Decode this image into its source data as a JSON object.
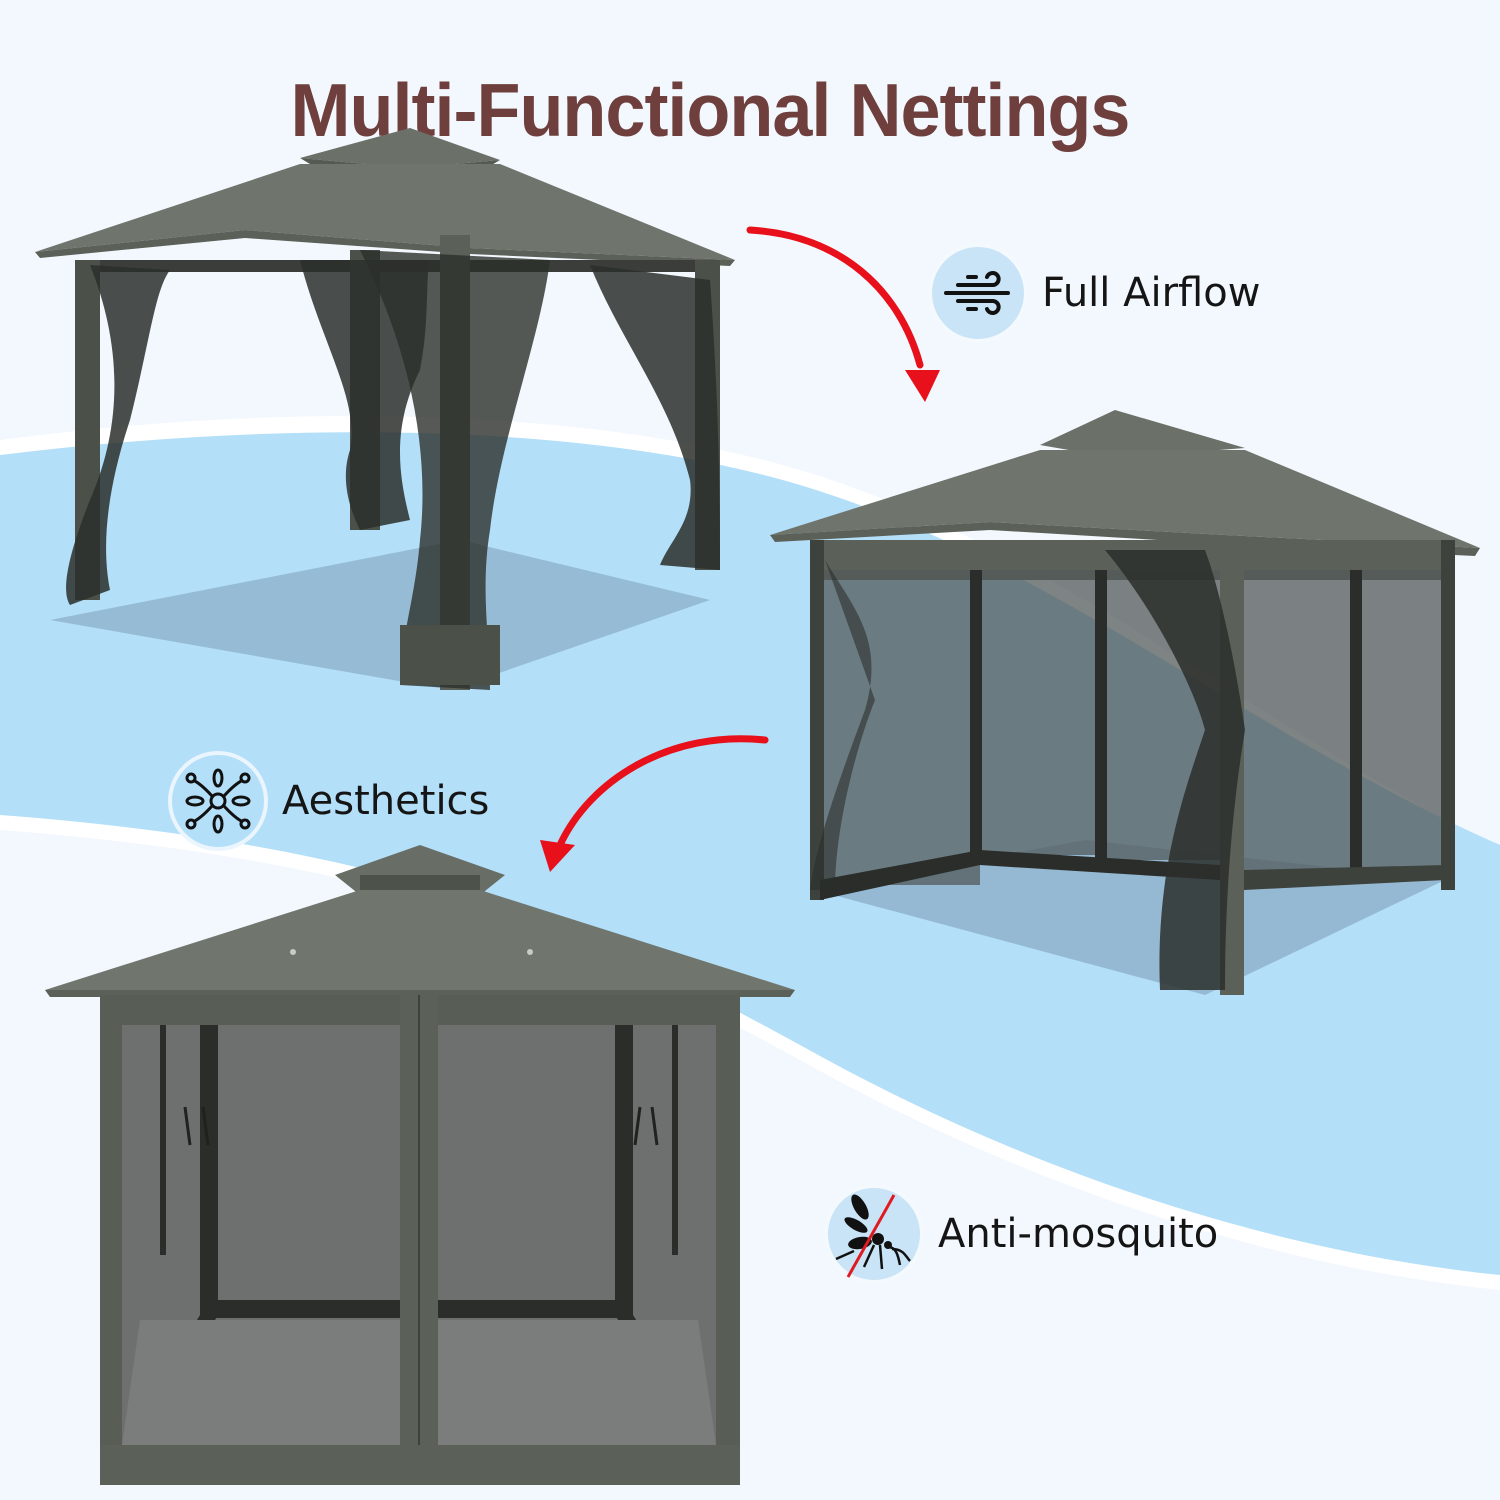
{
  "title": "Multi-Functional Nettings",
  "colors": {
    "title": "#6e3f3c",
    "background": "#f2f8fd",
    "wave_blue": "#b3dff9",
    "badge_fill": "#c9e4f6",
    "canopy": "#6b7168",
    "arrow": "#e8101a",
    "ban_line": "#e01a22"
  },
  "features": [
    {
      "id": "airflow",
      "label": "Full Airflow",
      "icon": "wind-icon"
    },
    {
      "id": "aesthetics",
      "label": "Aesthetics",
      "icon": "decorative-pattern-icon"
    },
    {
      "id": "antimosquito",
      "label": "Anti-mosquito",
      "icon": "no-mosquito-icon"
    }
  ],
  "images": [
    {
      "id": "gazebo-curtains-tied",
      "description": "Gazebo with netting tied back at corners"
    },
    {
      "id": "gazebo-partly-open",
      "description": "Gazebo with netting closed on sides, one corner tied"
    },
    {
      "id": "gazebo-fully-enclosed",
      "description": "Gazebo fully enclosed with zippered netting"
    }
  ]
}
